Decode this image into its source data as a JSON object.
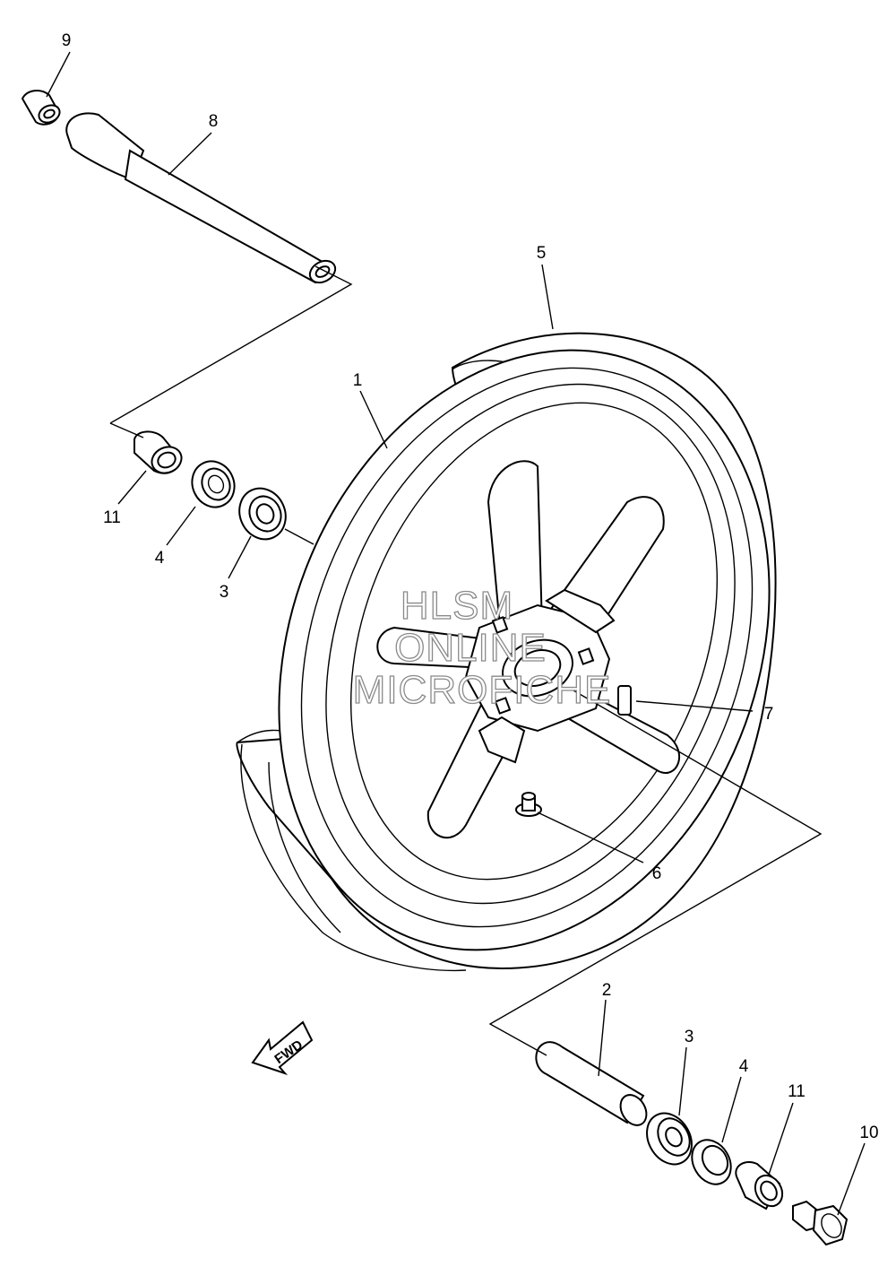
{
  "diagram": {
    "callouts": [
      {
        "id": "1",
        "label": "1"
      },
      {
        "id": "2",
        "label": "2"
      },
      {
        "id": "3a",
        "label": "3"
      },
      {
        "id": "3b",
        "label": "3"
      },
      {
        "id": "4a",
        "label": "4"
      },
      {
        "id": "4b",
        "label": "4"
      },
      {
        "id": "5",
        "label": "5"
      },
      {
        "id": "6",
        "label": "6"
      },
      {
        "id": "7",
        "label": "7"
      },
      {
        "id": "8",
        "label": "8"
      },
      {
        "id": "9",
        "label": "9"
      },
      {
        "id": "10",
        "label": "10"
      },
      {
        "id": "11a",
        "label": "11"
      },
      {
        "id": "11b",
        "label": "11"
      }
    ],
    "direction_arrow": {
      "label": "FWD",
      "icon": "fwd-arrow-icon"
    },
    "watermark": {
      "line1": "HLSM",
      "line2": "ONLINE",
      "line3": "MICROFICHE"
    }
  }
}
